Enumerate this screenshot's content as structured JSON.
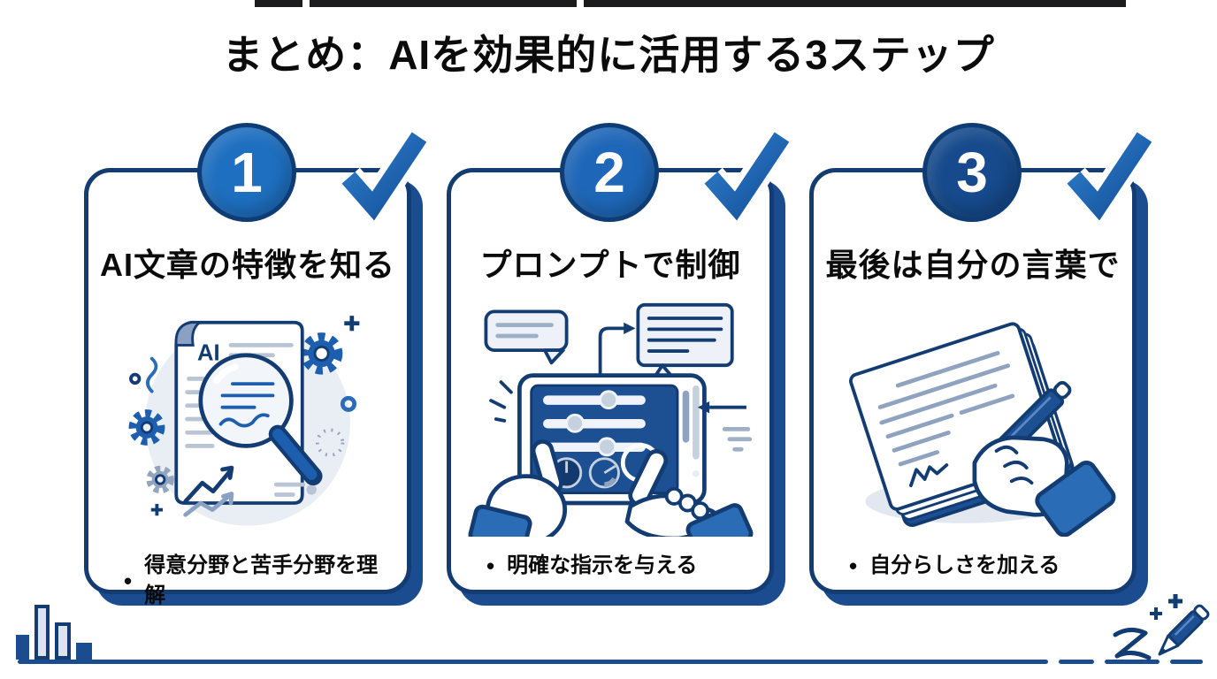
{
  "title": "まとめ：AIを効果的に活用する3ステップ",
  "colors": {
    "navy": "#1b4c8f",
    "navy_dark": "#123c72",
    "blue": "#1d5fae",
    "blue_light": "#2a6cb5",
    "check_blue": "#1f6cbb",
    "circle_ring": "#0e3c74",
    "panel_blue": "#1d4f93",
    "gray_line": "#b9c4d4",
    "bg_circle": "#e9edf4",
    "light_fill": "#dde3ec",
    "text": "#0b0b0b",
    "top_bar": "#1c1c1e"
  },
  "steps": [
    {
      "number": "1",
      "title": "AI文章の特徴を知る",
      "bullet_marker": "•",
      "bullet": "得意分野と苦手分野を理解",
      "circle_color": "#1e6fc0",
      "illustration": "ai-document-magnifier",
      "illustration_label": "AI"
    },
    {
      "number": "2",
      "title": "プロンプトで制御",
      "bullet_marker": "•",
      "bullet": "明確な指示を与える",
      "circle_color": "#1e67b8",
      "illustration": "hands-control-panel"
    },
    {
      "number": "3",
      "title": "最後は自分の言葉で",
      "bullet_marker": "•",
      "bullet": "自分らしさを加える",
      "circle_color": "#164a8c",
      "illustration": "hand-writing-pen"
    }
  ],
  "decorations": {
    "check_icon": "check-icon",
    "bar_chart": "bar-chart-decoration",
    "pencil": "pencil-writing-icon"
  }
}
